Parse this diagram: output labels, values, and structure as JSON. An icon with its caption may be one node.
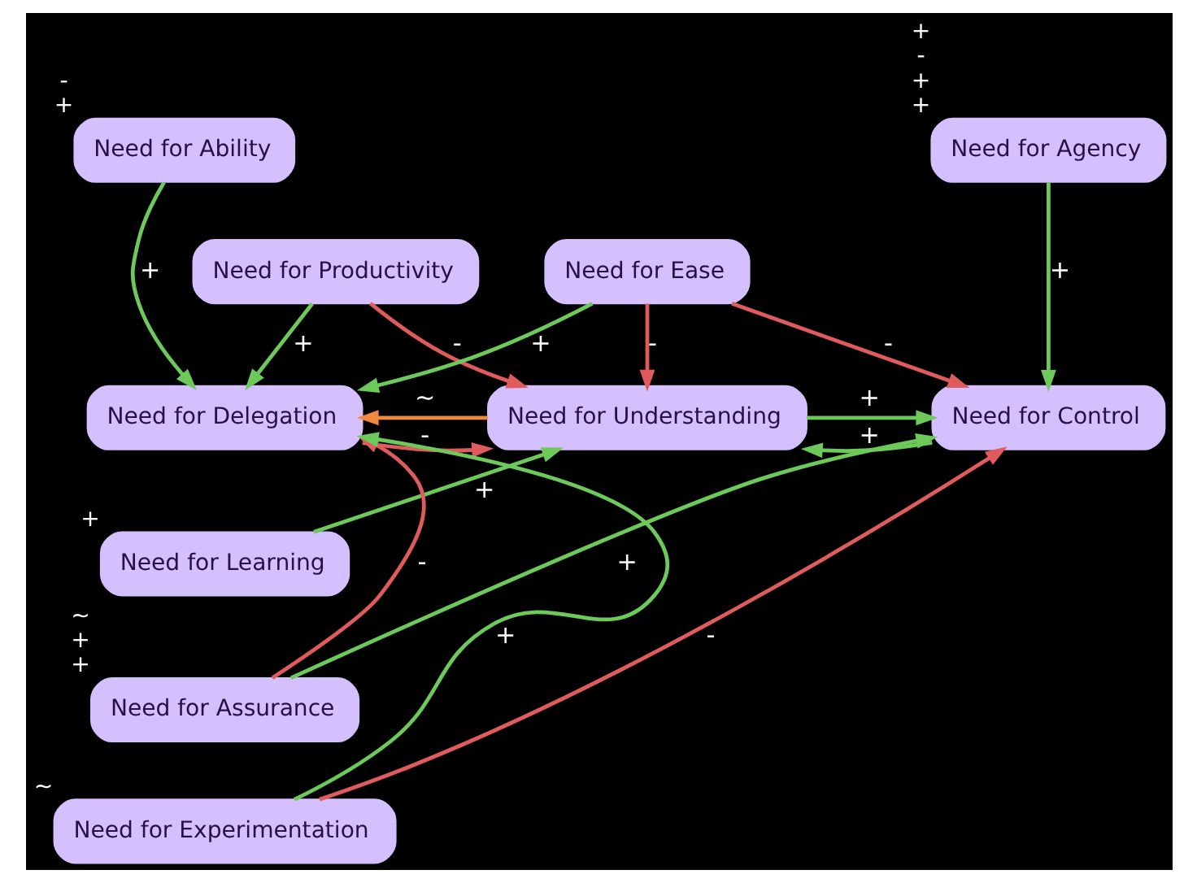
{
  "diagram": {
    "nodes": [
      {
        "text": [
          "Need for Ability"
        ],
        "beside": [
          "-",
          "+"
        ]
      },
      {
        "text": [
          "Need for Agency"
        ],
        "beside": [
          "+",
          "-",
          "+",
          "+"
        ]
      },
      {
        "text": [
          "Need for Productivity"
        ]
      },
      {
        "text": [
          "Need for Ease"
        ]
      },
      {
        "text": [
          "Need for Delegation"
        ]
      },
      {
        "text": [
          "Need for Understanding"
        ]
      },
      {
        "text": [
          "Need for Control"
        ]
      },
      {
        "text": [
          "Need for Learning"
        ],
        "beside": [
          "+"
        ]
      },
      {
        "text": [
          "Need for Assurance"
        ],
        "beside": [
          "~",
          "+",
          "+"
        ]
      },
      {
        "text": [
          "Need for Experimentation"
        ],
        "beside": [
          "~"
        ]
      }
    ],
    "edges": [
      {
        "from": 0,
        "to": 4,
        "arrow": "to",
        "label": "+"
      },
      {
        "from": 1,
        "to": 6,
        "arrow": "to",
        "label": "+"
      },
      {
        "from": 2,
        "to": 4,
        "arrow": "to",
        "label": "+"
      },
      {
        "from": 3,
        "to": 4,
        "arrow": "to",
        "label": "+"
      },
      {
        "from": 2,
        "to": 5,
        "arrow": "to",
        "label": "-",
        "color": "#e05b5b"
      },
      {
        "from": 3,
        "to": 5,
        "arrow": "to",
        "label": "-",
        "color": "#e05b5b"
      },
      {
        "from": 3,
        "to": 6,
        "arrow": "to",
        "label": "-",
        "color": "#e05b5b"
      },
      {
        "from": 5,
        "to": 4,
        "arrow": "to",
        "label": "~",
        "color": "#f08a3c"
      },
      {
        "from": 4,
        "to": 5,
        "arrow": "to",
        "label": "-",
        "color": "#e05b5b"
      },
      {
        "from": 5,
        "to": 6,
        "arrow": "to",
        "label": "+"
      },
      {
        "from": 6,
        "to": 5,
        "arrow": "to",
        "label": "+"
      },
      {
        "from": 7,
        "to": 5,
        "arrow": "to",
        "label": "+"
      },
      {
        "from": 8,
        "to": 4,
        "arrow": "to",
        "label": "-",
        "color": "#e05b5b"
      },
      {
        "from": 8,
        "to": 6,
        "arrow": "to",
        "label": "+"
      },
      {
        "from": 9,
        "to": 4,
        "arrow": "to",
        "label": "+"
      },
      {
        "from": 9,
        "to": 6,
        "arrow": "to",
        "label": "-",
        "color": "#e05b5b"
      }
    ]
  }
}
